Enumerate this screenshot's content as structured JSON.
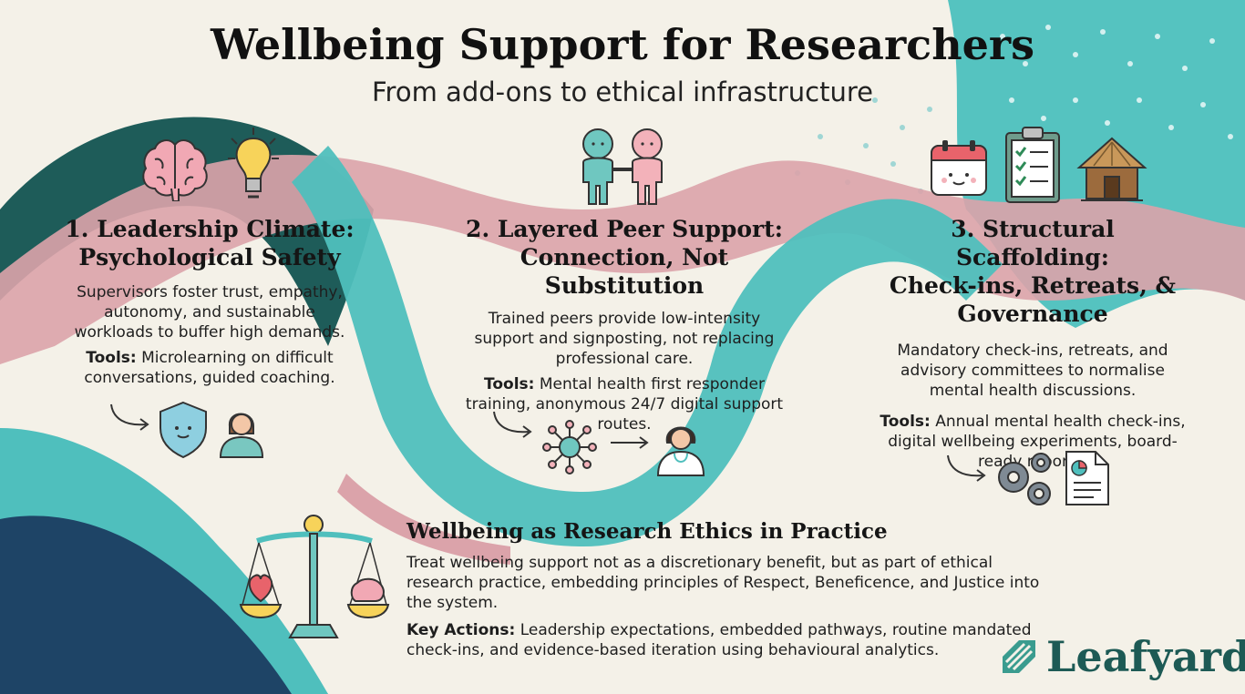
{
  "title": "Wellbeing Support for Researchers",
  "subtitle": "From add-ons to ethical infrastructure",
  "sections": [
    {
      "heading_line1": "1. Leadership Climate:",
      "heading_line2": "Psychological Safety",
      "heading_line3": "",
      "body": "Supervisors foster trust, empathy, autonomy, and sustainable workloads to buffer high demands.",
      "tools_label": "Tools:",
      "tools_text": "Microlearning on difficult conversations, guided coaching.",
      "icons": [
        "brain-icon",
        "lightbulb-icon",
        "arrow-icon",
        "shield-icon",
        "person-icon"
      ]
    },
    {
      "heading_line1": "2. Layered Peer Support:",
      "heading_line2": "Connection, Not Substitution",
      "heading_line3": "",
      "body": "Trained peers provide low-intensity support and signposting, not replacing professional care.",
      "tools_label": "Tools:",
      "tools_text": "Mental health first responder training, anonymous 24/7 digital support routes.",
      "icons": [
        "holding-hands-icon",
        "arrow-icon",
        "network-icon",
        "arrow-icon",
        "doctor-icon"
      ]
    },
    {
      "heading_line1": "3. Structural Scaffolding:",
      "heading_line2": "Check-ins, Retreats, &",
      "heading_line3": "Governance",
      "body": "Mandatory check-ins, retreats, and advisory committees to normalise mental health discussions.",
      "tools_label": "Tools:",
      "tools_text": "Annual mental health check-ins, digital wellbeing experiments, board-ready reports.",
      "icons": [
        "calendar-icon",
        "clipboard-icon",
        "hut-icon",
        "arrow-icon",
        "gears-icon",
        "report-icon"
      ]
    }
  ],
  "ethics": {
    "heading": "Wellbeing as Research Ethics in Practice",
    "body": "Treat wellbeing support not as a discretionary benefit, but as part of ethical research practice, embedding principles of Respect, Beneficence, and Justice into the system.",
    "actions_label": "Key Actions:",
    "actions_text": "Leadership expectations, embedded pathways, routine mandated check-ins, and evidence-based iteration using behavioural analytics.",
    "icon": "scales-icon"
  },
  "brand": {
    "name": "Leafyard",
    "icon": "leaf-logo-icon"
  },
  "colors": {
    "background": "#f4f1e8",
    "teal": "#4fbfbd",
    "navy": "#1e4466",
    "dark_teal": "#1d5a55",
    "pink": "#dba3aa"
  }
}
